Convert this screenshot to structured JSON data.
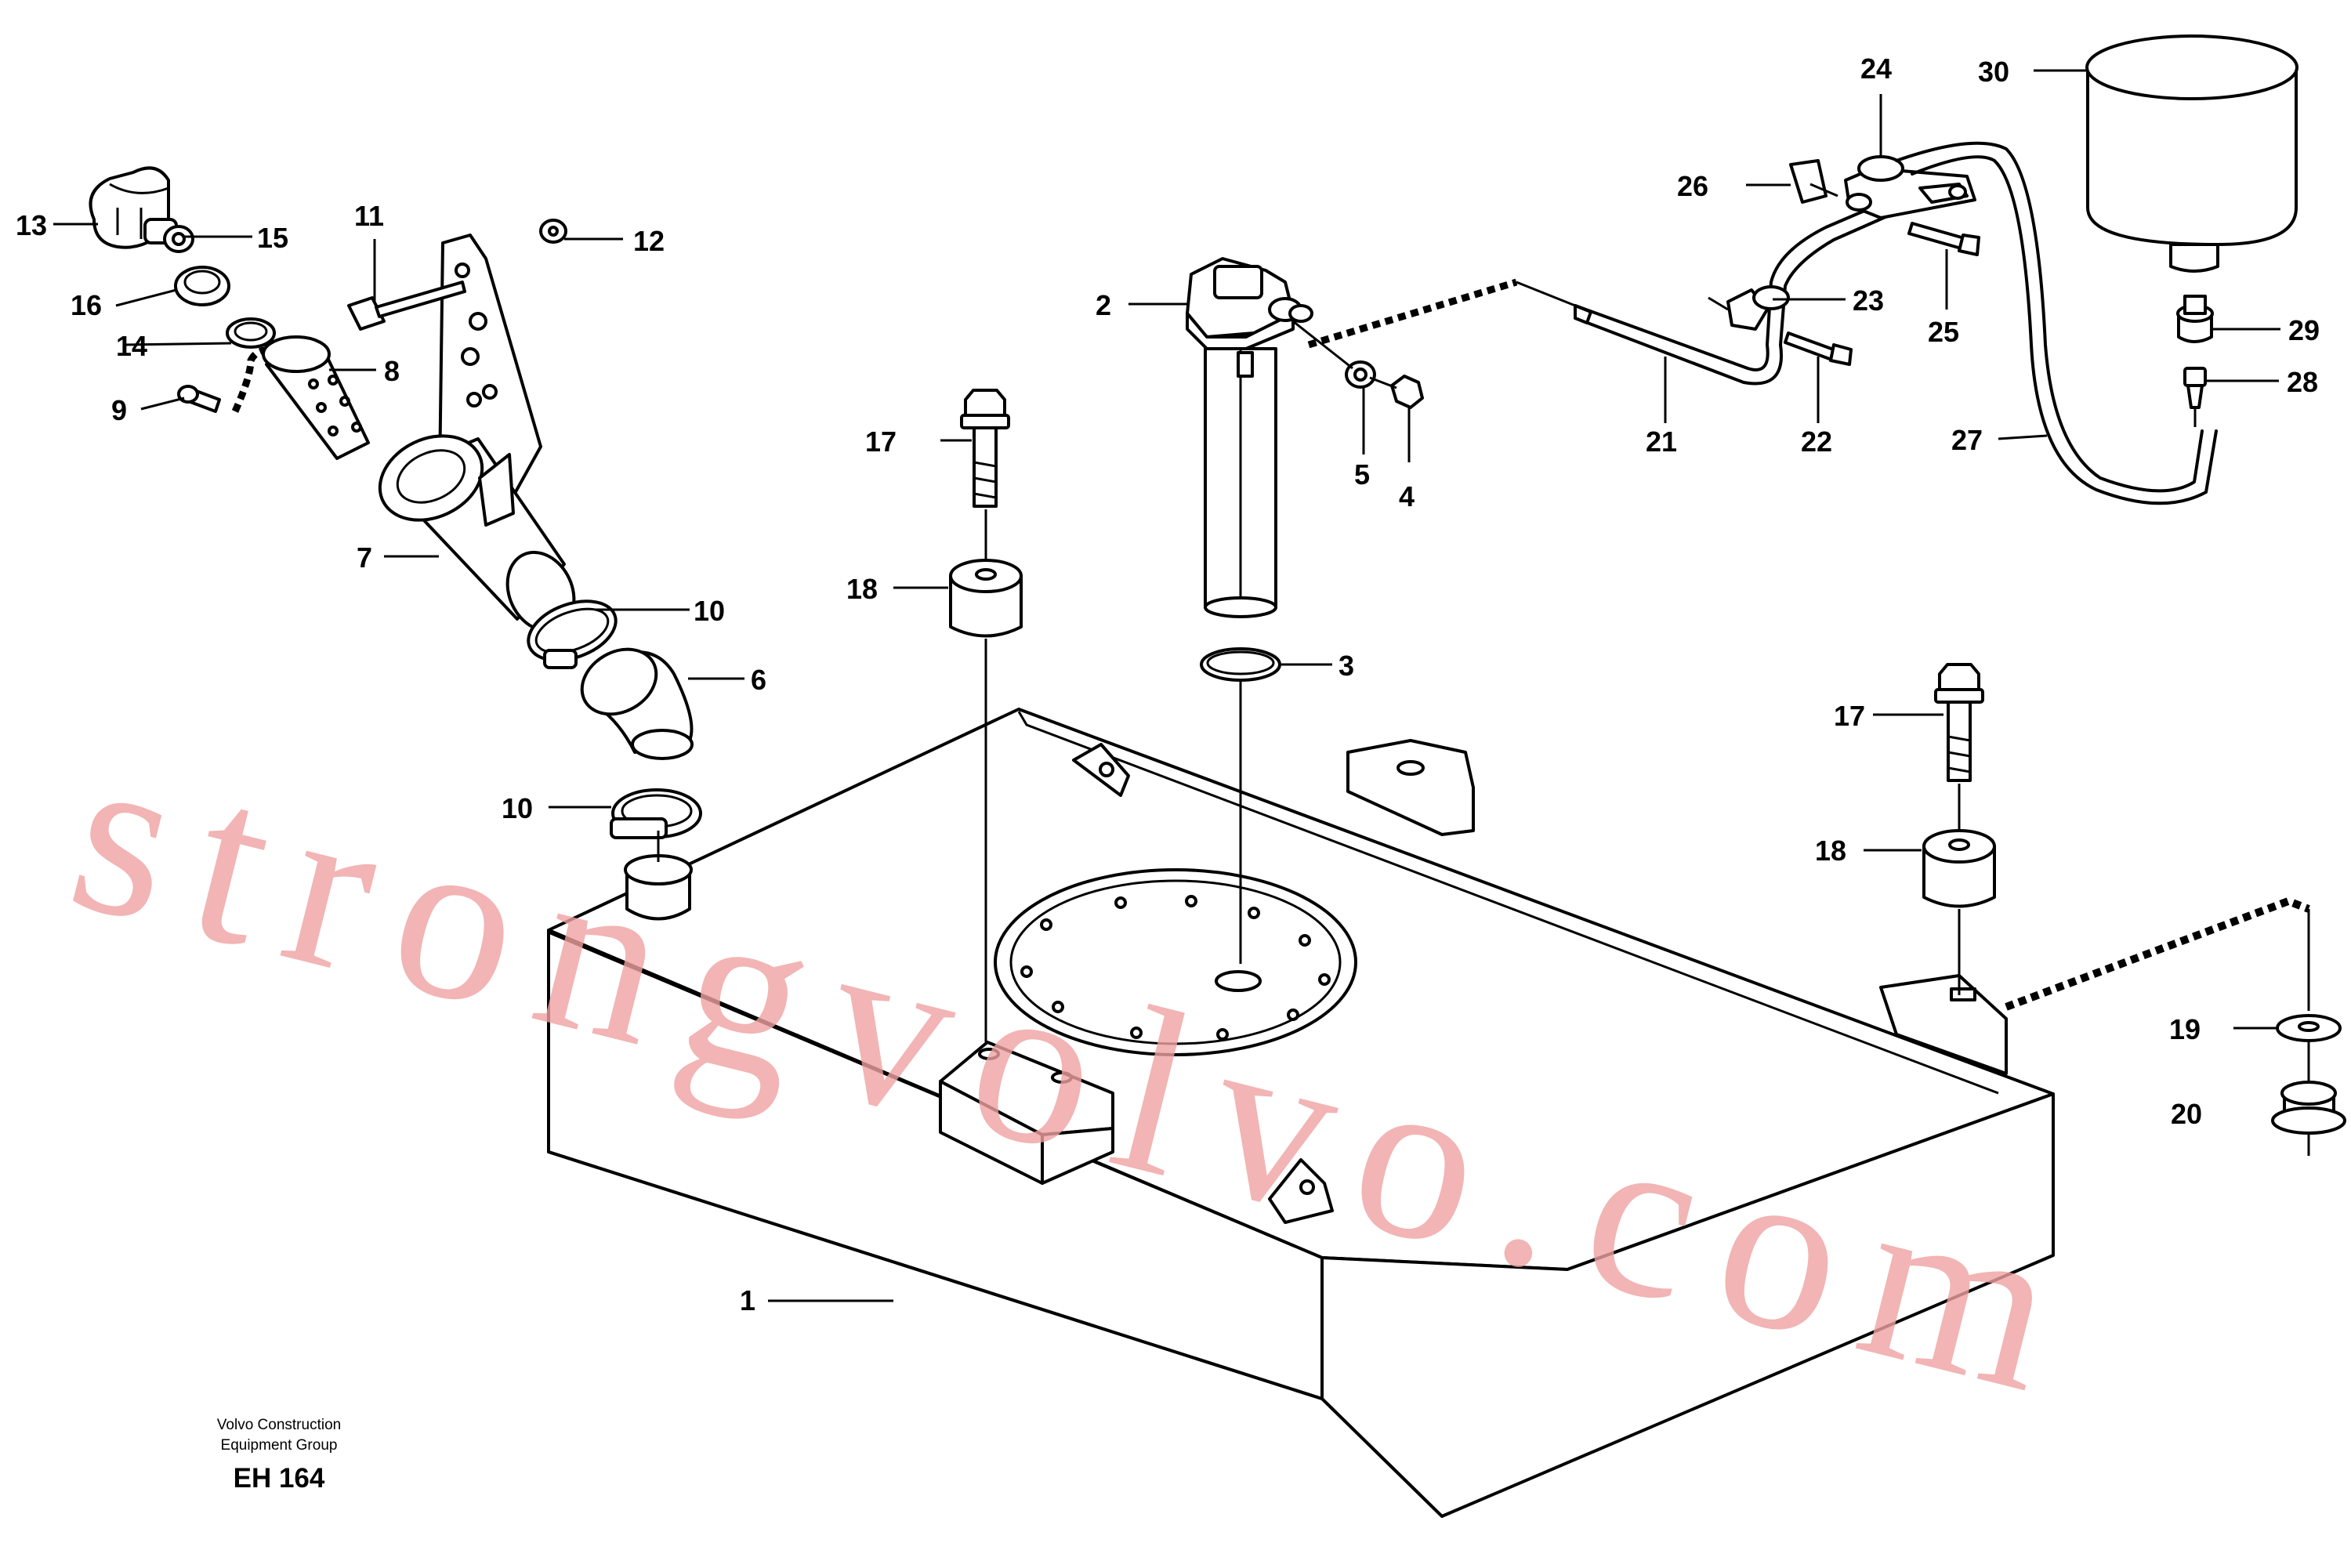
{
  "watermark": "strongvolvo.com",
  "caption": {
    "line1": "Volvo Construction",
    "line2": "Equipment Group",
    "code": "EH 164"
  },
  "callouts": [
    {
      "id": "1",
      "label": "1"
    },
    {
      "id": "2",
      "label": "2"
    },
    {
      "id": "3",
      "label": "3"
    },
    {
      "id": "4",
      "label": "4"
    },
    {
      "id": "5",
      "label": "5"
    },
    {
      "id": "6",
      "label": "6"
    },
    {
      "id": "7",
      "label": "7"
    },
    {
      "id": "8",
      "label": "8"
    },
    {
      "id": "9",
      "label": "9"
    },
    {
      "id": "10a",
      "label": "10"
    },
    {
      "id": "10b",
      "label": "10"
    },
    {
      "id": "11",
      "label": "11"
    },
    {
      "id": "12",
      "label": "12"
    },
    {
      "id": "13",
      "label": "13"
    },
    {
      "id": "14",
      "label": "14"
    },
    {
      "id": "15",
      "label": "15"
    },
    {
      "id": "16",
      "label": "16"
    },
    {
      "id": "17a",
      "label": "17"
    },
    {
      "id": "17b",
      "label": "17"
    },
    {
      "id": "18a",
      "label": "18"
    },
    {
      "id": "18b",
      "label": "18"
    },
    {
      "id": "19",
      "label": "19"
    },
    {
      "id": "20",
      "label": "20"
    },
    {
      "id": "21",
      "label": "21"
    },
    {
      "id": "22",
      "label": "22"
    },
    {
      "id": "23",
      "label": "23"
    },
    {
      "id": "24",
      "label": "24"
    },
    {
      "id": "25",
      "label": "25"
    },
    {
      "id": "26",
      "label": "26"
    },
    {
      "id": "27",
      "label": "27"
    },
    {
      "id": "28",
      "label": "28"
    },
    {
      "id": "29",
      "label": "29"
    },
    {
      "id": "30",
      "label": "30"
    }
  ]
}
